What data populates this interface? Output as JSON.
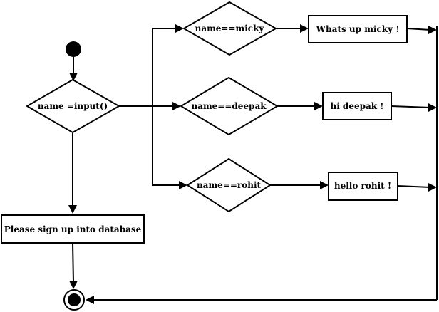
{
  "diagram": {
    "type": "activity-flowchart",
    "nodes": {
      "start": {
        "kind": "initial-node"
      },
      "input": {
        "kind": "decision",
        "label": "name =input()"
      },
      "check_micky": {
        "kind": "decision",
        "label": "name==micky"
      },
      "check_deepak": {
        "kind": "decision",
        "label": "name==deepak"
      },
      "check_rohit": {
        "kind": "decision",
        "label": "name==rohit"
      },
      "msg_micky": {
        "kind": "action",
        "label": "Whats up micky !"
      },
      "msg_deepak": {
        "kind": "action",
        "label": "hi deepak !"
      },
      "msg_rohit": {
        "kind": "action",
        "label": "hello rohit !"
      },
      "signup": {
        "kind": "action",
        "label": "Please sign up into database"
      },
      "end": {
        "kind": "final-node"
      }
    },
    "edges": [
      {
        "from": "start",
        "to": "input"
      },
      {
        "from": "input",
        "to": "check_micky"
      },
      {
        "from": "input",
        "to": "check_deepak"
      },
      {
        "from": "input",
        "to": "check_rohit"
      },
      {
        "from": "check_micky",
        "to": "msg_micky"
      },
      {
        "from": "check_deepak",
        "to": "msg_deepak"
      },
      {
        "from": "check_rohit",
        "to": "msg_rohit"
      },
      {
        "from": "input",
        "to": "signup"
      },
      {
        "from": "signup",
        "to": "end"
      },
      {
        "from": "msg_micky",
        "to": "end"
      },
      {
        "from": "msg_deepak",
        "to": "end"
      },
      {
        "from": "msg_rohit",
        "to": "end"
      }
    ],
    "colors": {
      "stroke": "#000000",
      "fill": "#ffffff",
      "text": "#000000"
    }
  }
}
